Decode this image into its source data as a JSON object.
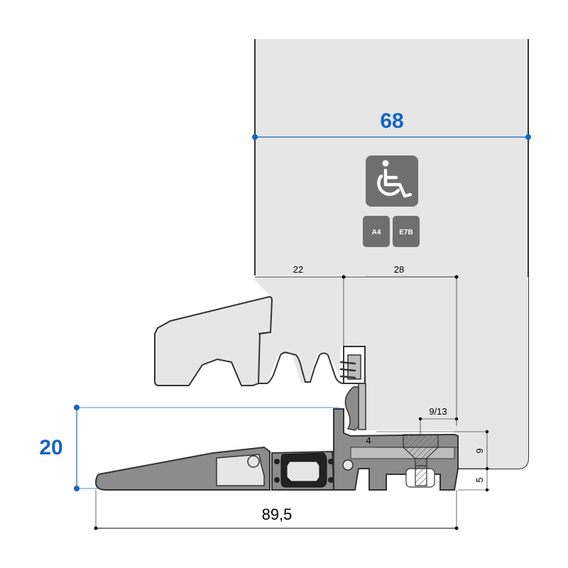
{
  "colors": {
    "panel": "#e6e6e6",
    "profile_dark": "#4a4a4a",
    "profile_mid": "#8c8c8c",
    "profile_light": "#bdbdbd",
    "accent_blue": "#1565c0",
    "badge_gray": "#6f6f6f",
    "dim_line": "#000000"
  },
  "dimensions": {
    "door_thickness": "68",
    "height": "20",
    "overall_width": "89,5",
    "seal_offset": "22",
    "bottom_width": "28",
    "sill_step": "9/13",
    "gap_4": "4",
    "depth_9": "9",
    "depth_5": "5"
  },
  "badges": {
    "accessibility_icon": "wheelchair-icon",
    "a4": "A4",
    "e7b": "E7B"
  }
}
